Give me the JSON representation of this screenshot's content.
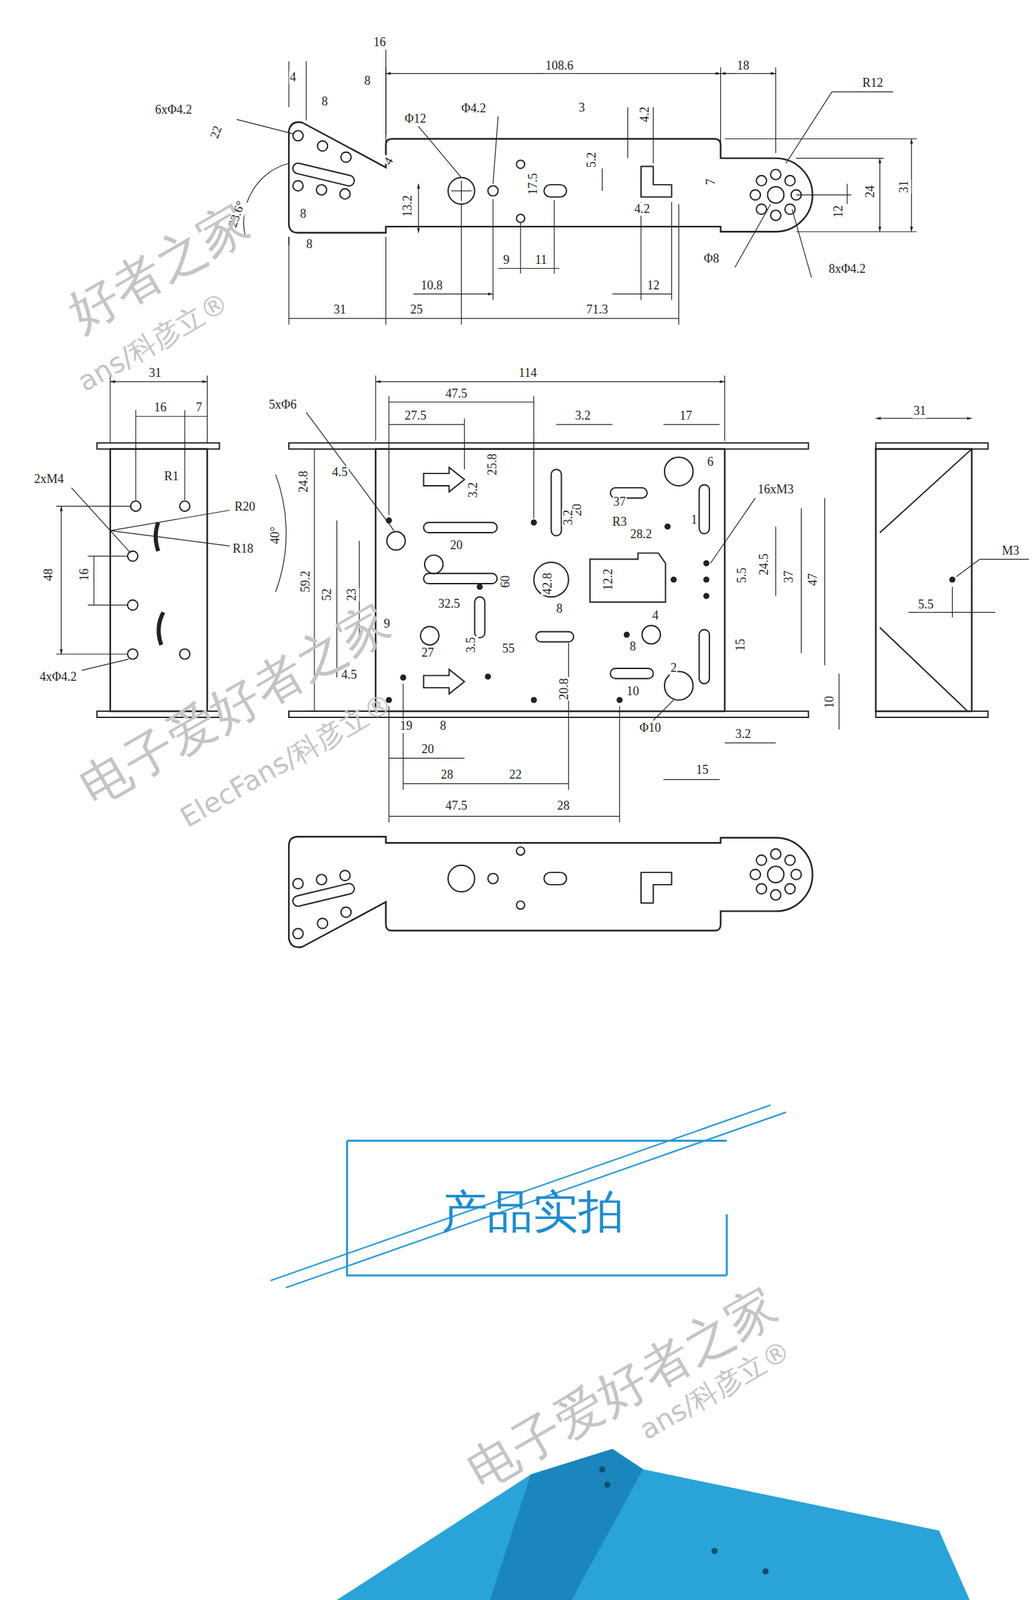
{
  "diagram": {
    "nodes": [
      {
        "text": [
          "产品实拍"
        ]
      }
    ],
    "labels": [
      "16",
      "108.6",
      "18",
      "R12",
      "4",
      "8",
      "8",
      "6xΦ4.2",
      "Φ12",
      "Φ4.2",
      "3",
      "4.2",
      "22",
      "4",
      "5.2",
      "17.5",
      "7",
      "24",
      "31",
      "13.2",
      "23.6°",
      "8",
      "8",
      "4.2",
      "12",
      "9",
      "11",
      "Φ8",
      "8xΦ4.2",
      "10.8",
      "12",
      "31",
      "25",
      "71.3",
      "31",
      "16",
      "7",
      "2xM4",
      "R1",
      "R20",
      "R18",
      "40°",
      "48",
      "16",
      "4xΦ4.2",
      "114",
      "47.5",
      "5xΦ6",
      "27.5",
      "3.2",
      "17",
      "24.8",
      "4.5",
      "3.2",
      "25.8",
      "6",
      "37",
      "16xM3",
      "20",
      "R3",
      "1",
      "3.2",
      "20",
      "28.2",
      "59.2",
      "52",
      "23",
      "32.5",
      "42.8",
      "60",
      "12.2",
      "5.5",
      "24.5",
      "37",
      "47",
      "9",
      "8",
      "4",
      "3.5",
      "55",
      "27",
      "8",
      "15",
      "4.5",
      "2",
      "10",
      "20.8",
      "10",
      "19",
      "8",
      "Φ10",
      "3.2",
      "20",
      "28",
      "22",
      "15",
      "47.5",
      "28",
      "31",
      "M3",
      "5.5",
      "好者之家",
      "ans/科彦立®",
      "电子爱好者之家",
      "ElecFans/科彦立®",
      "电子爱好者之家",
      "ans/科彦立®"
    ]
  }
}
